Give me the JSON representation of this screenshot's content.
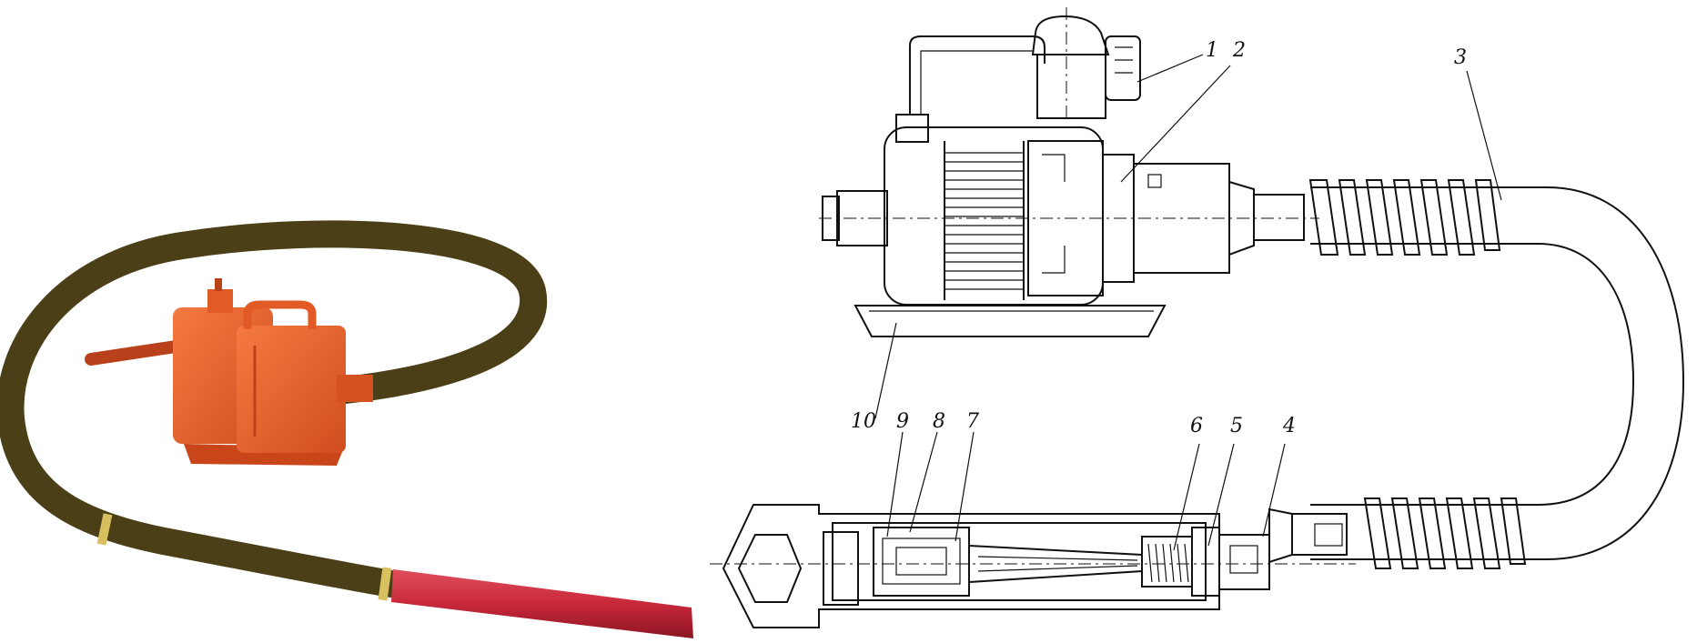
{
  "photo": {
    "hose_color": "#4a3f16",
    "body_color": "#e8602a",
    "tip_color": "#c8283a",
    "band_color": "#d8c060"
  },
  "drawing": {
    "callouts": [
      {
        "id": "1",
        "label": "1"
      },
      {
        "id": "2",
        "label": "2"
      },
      {
        "id": "3",
        "label": "3"
      },
      {
        "id": "4",
        "label": "4"
      },
      {
        "id": "5",
        "label": "5"
      },
      {
        "id": "6",
        "label": "6"
      },
      {
        "id": "7",
        "label": "7"
      },
      {
        "id": "8",
        "label": "8"
      },
      {
        "id": "9",
        "label": "9"
      },
      {
        "id": "10",
        "label": "10"
      }
    ]
  }
}
